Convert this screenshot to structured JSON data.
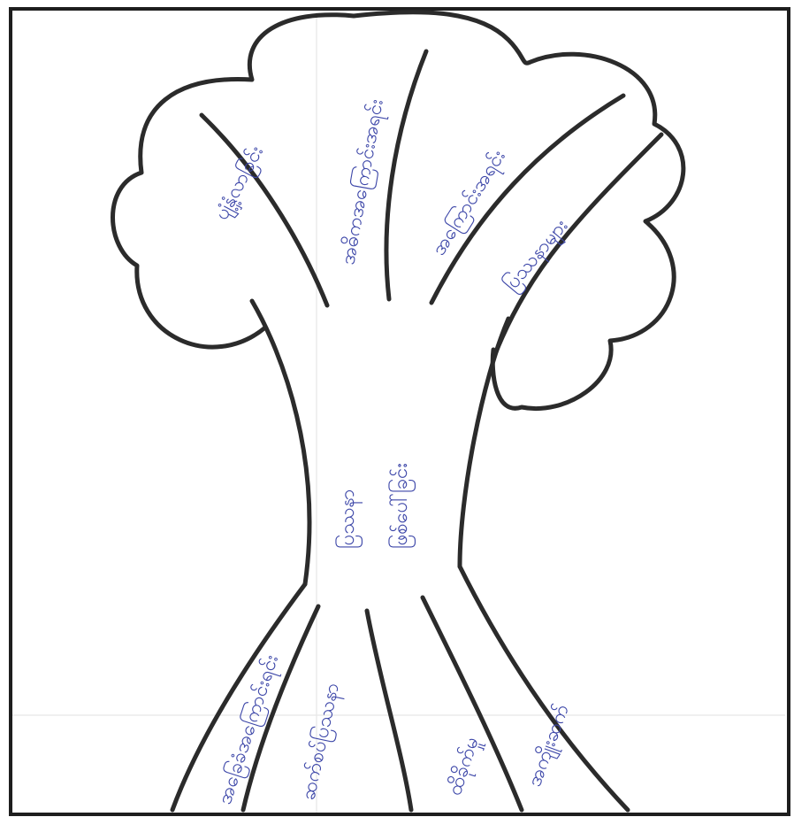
{
  "diagram": {
    "ink_color": "#2b2b2b",
    "text_color": "#3c46a8",
    "background": "#ffffff",
    "labels": {
      "crown": [
        "ပျံ့နှံ့လာခြင်း",
        "အဓိကအကြောင်းအရင်း",
        "အကြောင်းအရင်း",
        "ပြဿနာများ"
      ],
      "trunk": [
        "ပြဿနာ",
        "ဖြစ်ပေါ်ခြင်း"
      ],
      "roots": [
        "အခြေခံအကြောင်းရင်း",
        "ဆက်စပ်ပြဿနာ",
        "ထိခိုက်မှု",
        "အကျိုးဆက်"
      ]
    }
  }
}
